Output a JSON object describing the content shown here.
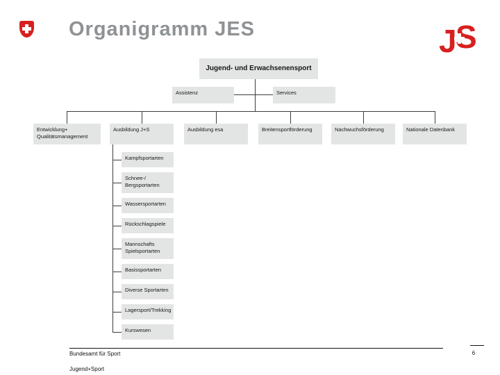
{
  "slide": {
    "title": "Organigramm JES",
    "page_number": "6"
  },
  "footer": {
    "line1": "Bundesamt für Sport",
    "line2": "Jugend+Sport"
  },
  "logos": {
    "swiss_flag": "swiss-federal-shield-with-white-cross",
    "js": {
      "letter_j": "J",
      "letter_s": "S",
      "cross": "white-swiss-cross"
    }
  },
  "colors": {
    "accent_red": "#d8201f",
    "title_gray": "#8f9294",
    "box_fill": "#e3e5e4",
    "connector": "#3c3c3c"
  },
  "orgchart": {
    "root": "Jugend- und Erwachsenensport",
    "staff_left": "Assistenz",
    "staff_right": "Services",
    "departments": [
      "Entwicklung+\nQualitätsmanagement",
      "Ausbildung J+S",
      "Ausbildung esa",
      "Breitensportförderung",
      "Nachwuchsförderung",
      "Nationale Datenbank"
    ],
    "sportarten": [
      "Kampfsportarten",
      "Schnee-/\nBergsportarten",
      "Wassersportarten",
      "Rückschlagspiele",
      "Mannschafts\nSpielsportarten",
      "Basissportarten",
      "Diverse Sportarten",
      "Lagersport/Trekking",
      "Kurswesen"
    ]
  }
}
